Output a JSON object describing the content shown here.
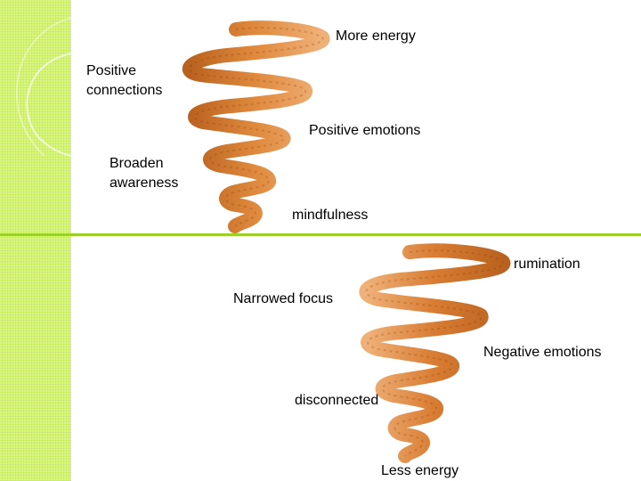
{
  "labels": {
    "more_energy": "More energy",
    "positive_connections": "Positive connections",
    "positive_emotions": "Positive emotions",
    "broaden_awareness": "Broaden awareness",
    "mindfulness": "mindfulness",
    "rumination": "rumination",
    "narrowed_focus": "Narrowed focus",
    "negative_emotions": "Negative emotions",
    "disconnected": "disconnected",
    "less_energy": "Less energy"
  },
  "colors": {
    "sidebar": "#c9ef5c",
    "divider": "#9ccf2a",
    "spiral_dark": "#c8702a",
    "spiral_light": "#f3b47a"
  }
}
